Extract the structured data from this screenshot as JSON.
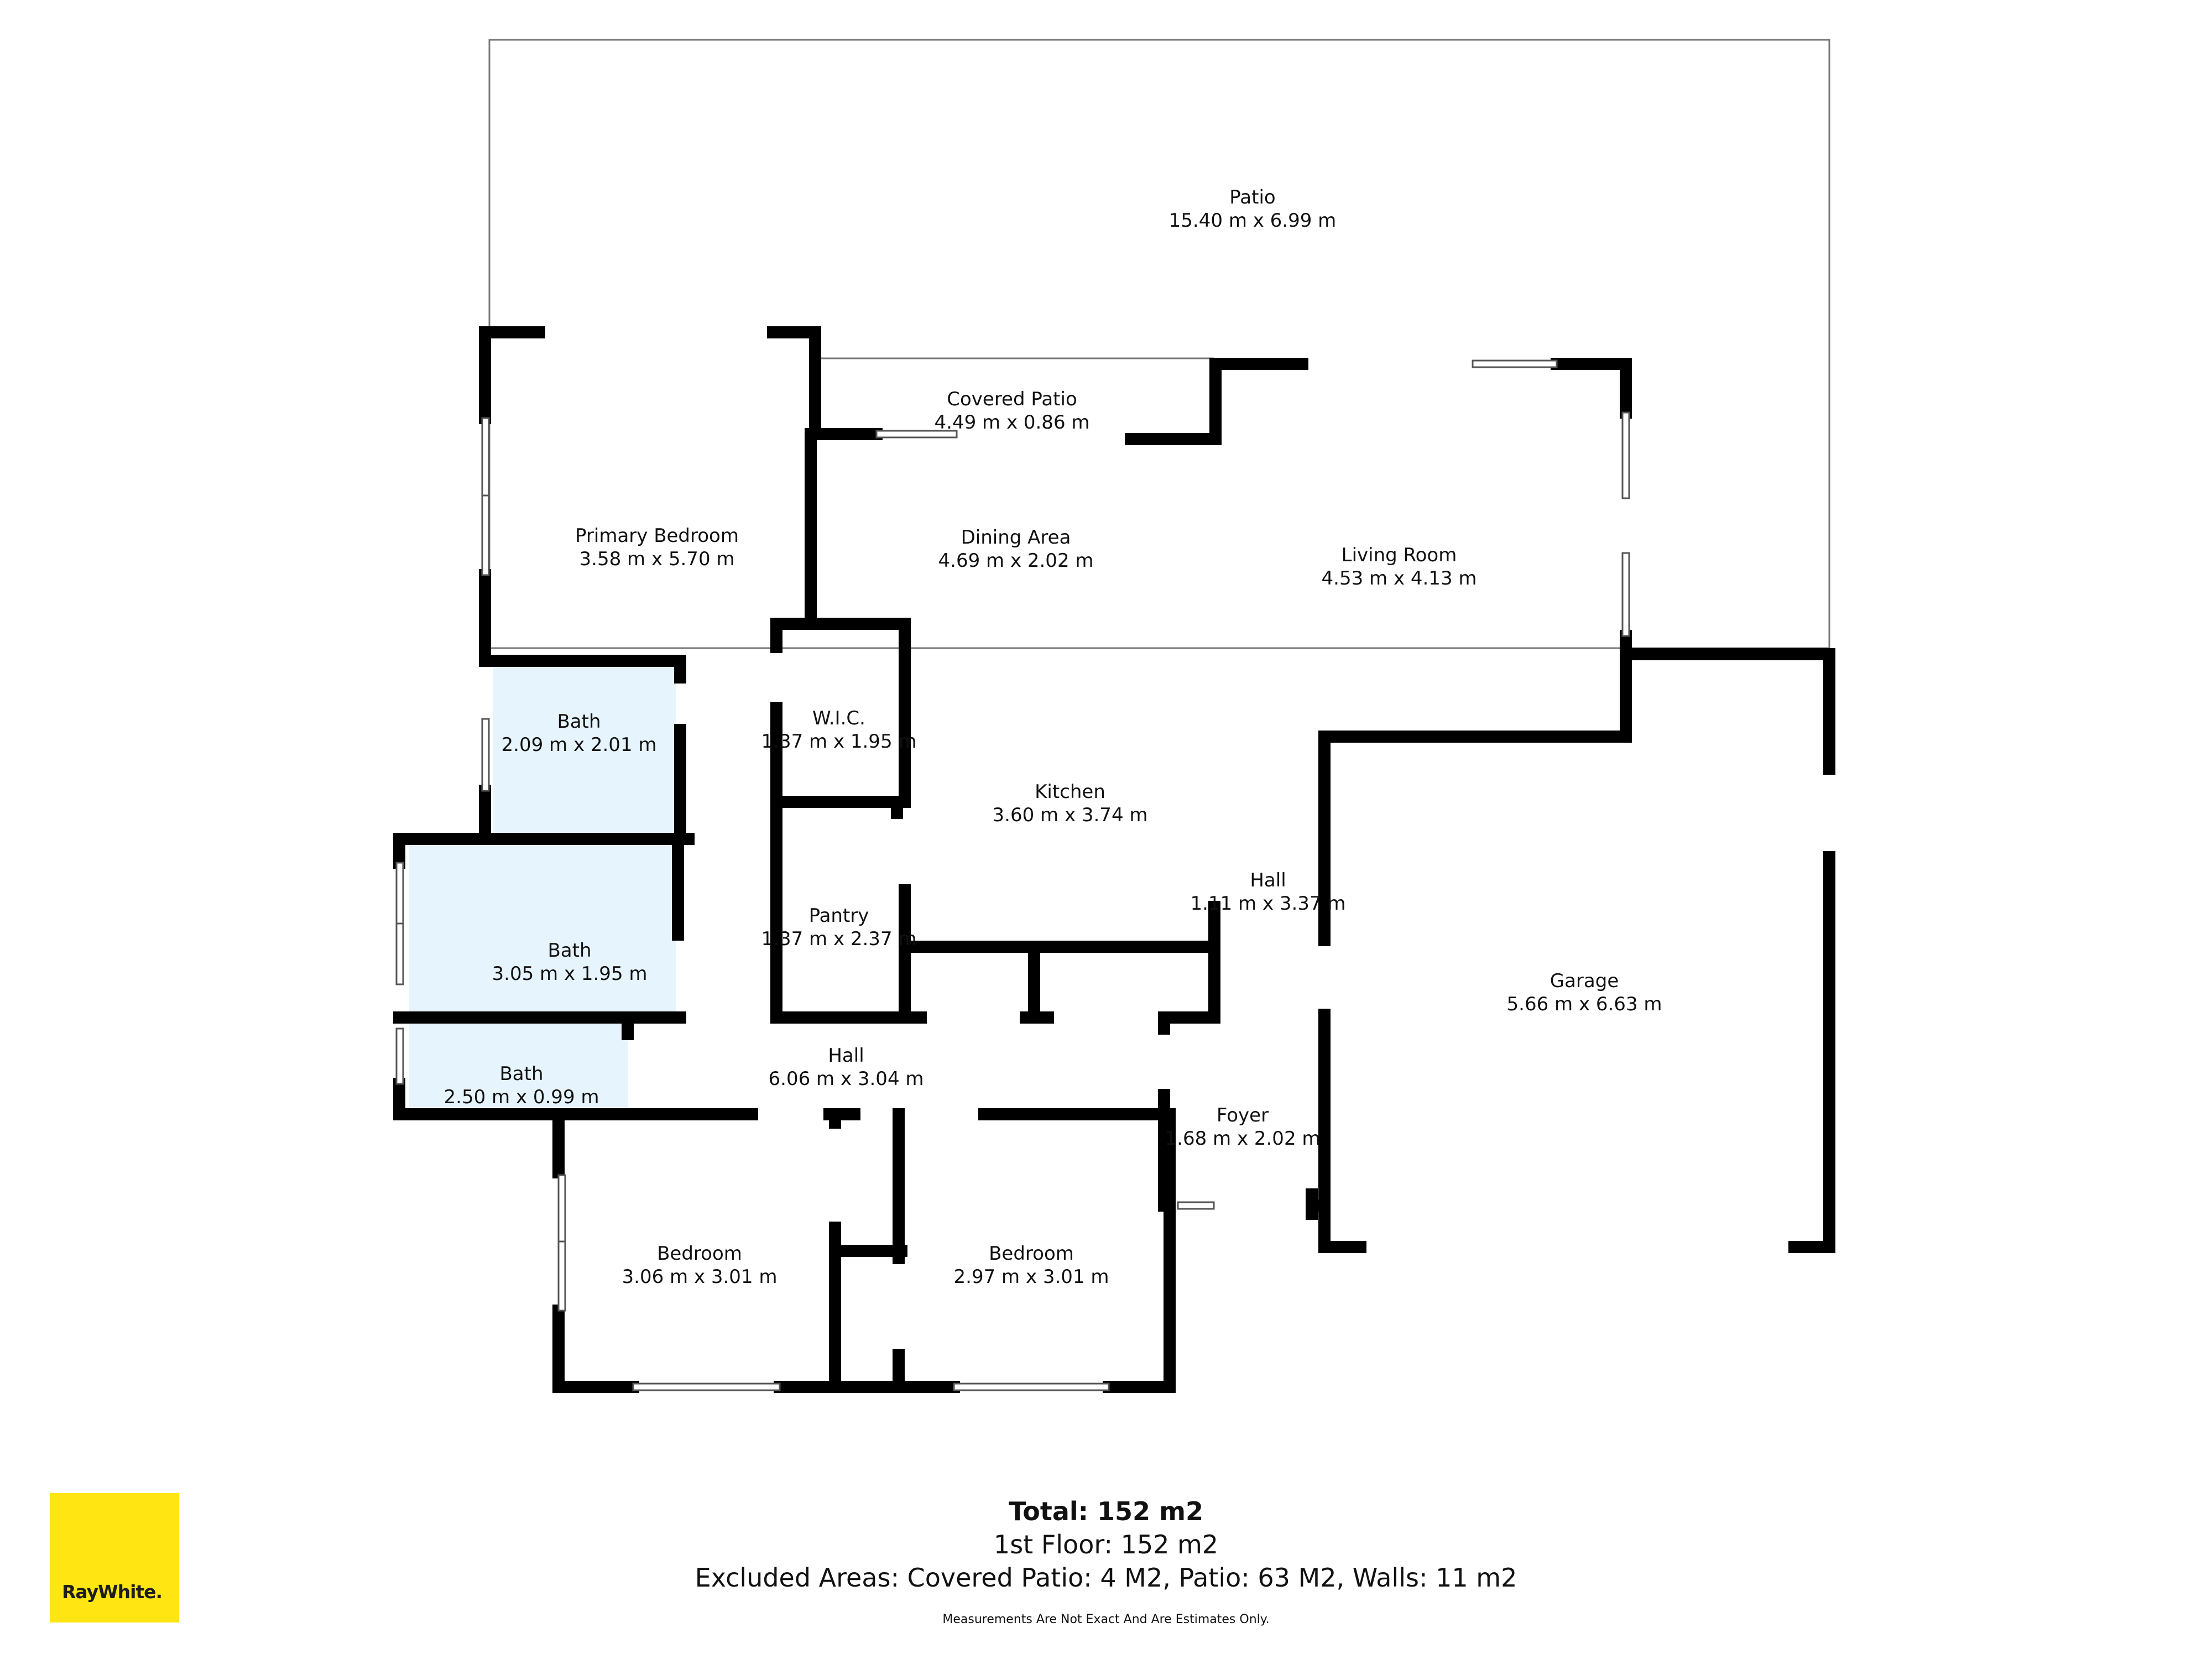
{
  "rooms": {
    "patio": {
      "name": "Patio",
      "dims": "15.40 m x 6.99 m"
    },
    "covered_patio": {
      "name": "Covered Patio",
      "dims": "4.49 m x 0.86 m"
    },
    "primary_bedroom": {
      "name": "Primary Bedroom",
      "dims": "3.58 m x 5.70 m"
    },
    "dining": {
      "name": "Dining Area",
      "dims": "4.69 m x 2.02 m"
    },
    "living": {
      "name": "Living Room",
      "dims": "4.53 m x 4.13 m"
    },
    "bath1": {
      "name": "Bath",
      "dims": "2.09 m x 2.01 m"
    },
    "wic": {
      "name": "W.I.C.",
      "dims": "1.37 m x 1.95 m"
    },
    "kitchen": {
      "name": "Kitchen",
      "dims": "3.60 m x 3.74 m"
    },
    "hall_small": {
      "name": "Hall",
      "dims": "1.11 m x 3.37 m"
    },
    "pantry": {
      "name": "Pantry",
      "dims": "1.37 m x 2.37 m"
    },
    "bath2": {
      "name": "Bath",
      "dims": "3.05 m x 1.95 m"
    },
    "garage": {
      "name": "Garage",
      "dims": "5.66 m x 6.63 m"
    },
    "bath3": {
      "name": "Bath",
      "dims": "2.50 m x 0.99 m"
    },
    "hall_main": {
      "name": "Hall",
      "dims": "6.06 m x 3.04 m"
    },
    "foyer": {
      "name": "Foyer",
      "dims": "1.68 m x 2.02 m"
    },
    "bedroom1": {
      "name": "Bedroom",
      "dims": "3.06 m x 3.01 m"
    },
    "bedroom2": {
      "name": "Bedroom",
      "dims": "2.97 m x 3.01 m"
    }
  },
  "summary": {
    "total": "Total: 152 m2",
    "floor": "1st Floor: 152 m2",
    "excluded": "Excluded Areas: Covered Patio: 4 M2, Patio: 63 M2, Walls: 11 m2",
    "disclaimer": "Measurements Are Not Exact And Are Estimates Only."
  },
  "logo": {
    "text": "RayWhite.",
    "color": "#ffe512"
  },
  "colors": {
    "wall": "#000000",
    "bath_fill": "#e6f4fd",
    "patio_line": "#777777"
  }
}
